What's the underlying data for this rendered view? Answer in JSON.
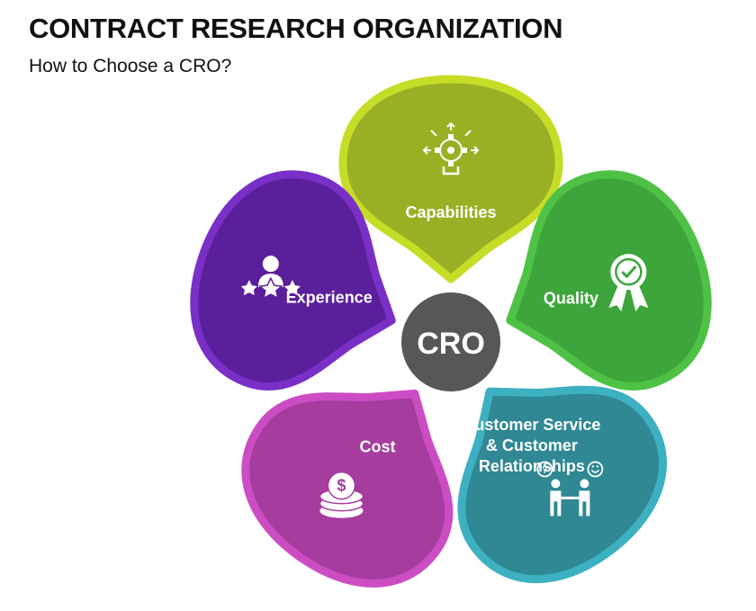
{
  "title": "CONTRACT RESEARCH ORGANIZATION",
  "subtitle": "How to Choose a CRO?",
  "center": {
    "label": "CRO",
    "color": "#575757"
  },
  "petals": [
    {
      "id": "capabilities",
      "label": "Capabilities",
      "lines": [
        "Capabilities"
      ],
      "fill": "#9aaf24",
      "border": "#c6dc27",
      "icon": "gear-head-icon"
    },
    {
      "id": "quality",
      "label": "Quality",
      "lines": [
        "Quality"
      ],
      "fill": "#3ea53c",
      "border": "#4fc246",
      "icon": "award-ribbon-icon"
    },
    {
      "id": "customer-service",
      "label": "Customer Service & Customer Relationships",
      "lines": [
        "Customer Service",
        "& Customer",
        "Relationships"
      ],
      "fill": "#2f8893",
      "border": "#3db0c1",
      "icon": "handshake-people-icon"
    },
    {
      "id": "cost",
      "label": "Cost",
      "lines": [
        "Cost"
      ],
      "fill": "#a63c9e",
      "border": "#cc4dc3",
      "icon": "coin-stack-icon"
    },
    {
      "id": "experience",
      "label": "Experience",
      "lines": [
        "Experience"
      ],
      "fill": "#5b1f9c",
      "border": "#7a2fc7",
      "icon": "person-stars-icon"
    }
  ]
}
